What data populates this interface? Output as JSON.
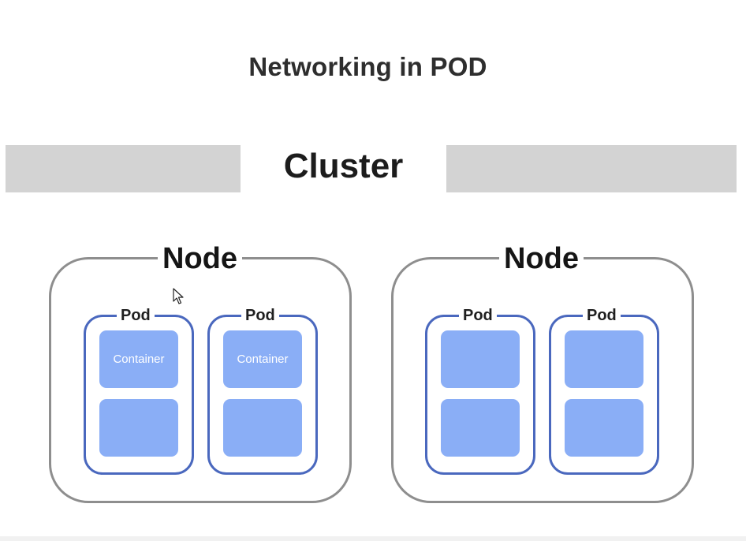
{
  "title": "Networking in POD",
  "cluster": {
    "label": "Cluster"
  },
  "nodes": [
    {
      "label": "Node",
      "pods": [
        {
          "label": "Pod",
          "containers": [
            {
              "label": "Container"
            },
            {
              "label": ""
            }
          ]
        },
        {
          "label": "Pod",
          "containers": [
            {
              "label": "Container"
            },
            {
              "label": ""
            }
          ]
        }
      ]
    },
    {
      "label": "Node",
      "pods": [
        {
          "label": "Pod",
          "containers": [
            {
              "label": ""
            },
            {
              "label": ""
            }
          ]
        },
        {
          "label": "Pod",
          "containers": [
            {
              "label": ""
            },
            {
              "label": ""
            }
          ]
        }
      ]
    }
  ],
  "colors": {
    "cluster_bar": "#d3d3d3",
    "node_border": "#8e8e8e",
    "pod_border": "#4a68be",
    "container_fill": "#8aaef6"
  },
  "icons": {
    "cursor": "mouse-pointer-icon"
  }
}
